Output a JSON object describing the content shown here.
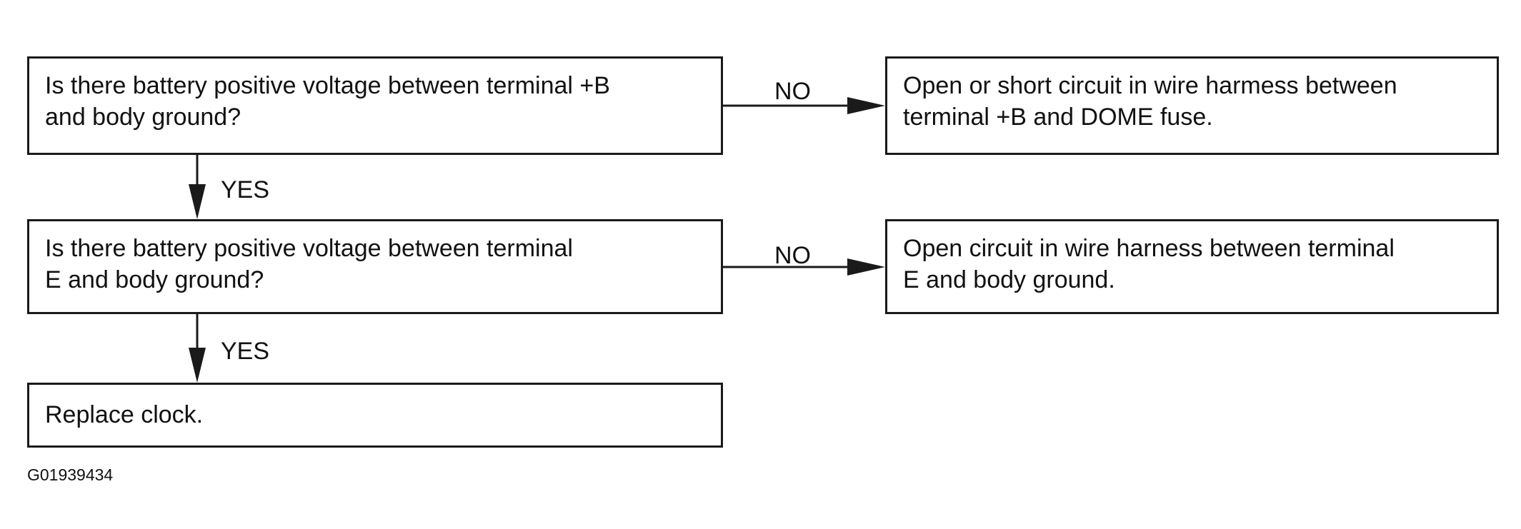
{
  "flowchart": {
    "question_1": "Is there battery positive voltage between terminal +B\nand body ground?",
    "result_1": "Open or short circuit in wire harmess between\nterminal +B and DOME fuse.",
    "question_2": "Is there battery positive voltage between terminal\nE and body ground?",
    "result_2": "Open circuit in wire harness between terminal\nE and body ground.",
    "result_3": "Replace clock.",
    "labels": {
      "no": "NO",
      "yes": "YES"
    }
  },
  "figure_code": "G01939434",
  "colors": {
    "line": "#1a1a1a",
    "text": "#111111",
    "background": "#ffffff"
  }
}
